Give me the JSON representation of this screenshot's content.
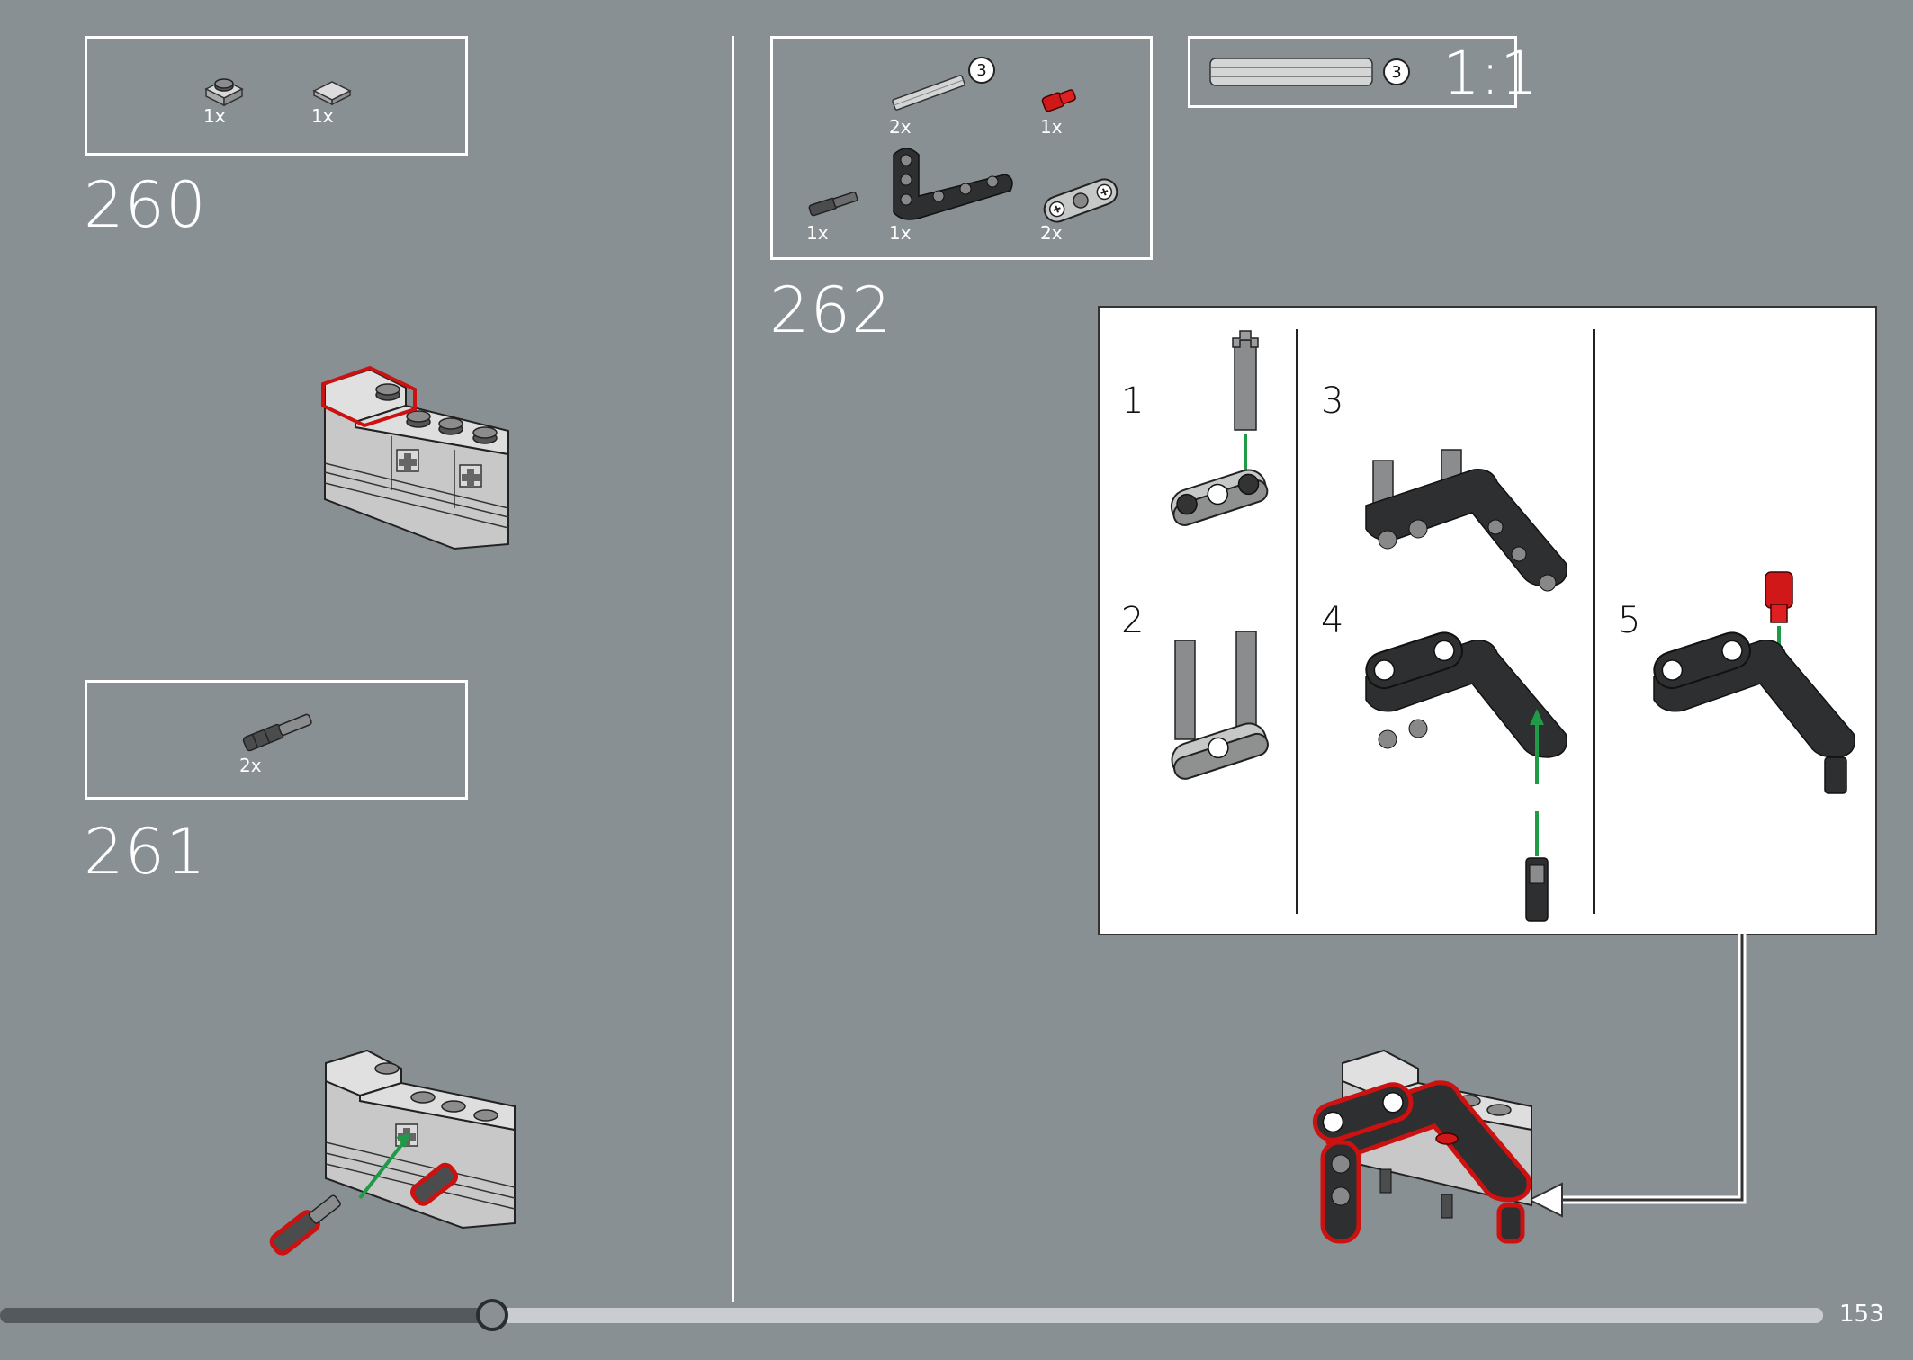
{
  "steps": [
    {
      "number": "260",
      "parts": [
        {
          "qty": "1x",
          "icon": "round-plate-1x1-light-gray-icon"
        },
        {
          "qty": "1x",
          "icon": "tile-1x1-light-gray-icon"
        }
      ]
    },
    {
      "number": "261",
      "parts": [
        {
          "qty": "2x",
          "icon": "axle-pin-with-friction-dark-gray-icon"
        }
      ]
    },
    {
      "number": "262",
      "parts": [
        {
          "qty": "2x",
          "icon": "axle-3-light-gray-icon",
          "badge": "3"
        },
        {
          "qty": "1x",
          "icon": "pin-red-icon"
        },
        {
          "qty": "1x",
          "icon": "pin-with-axle-dark-gray-icon"
        },
        {
          "qty": "1x",
          "icon": "angled-liftarm-black-icon"
        },
        {
          "qty": "2x",
          "icon": "liftarm-1x3-thick-icon"
        }
      ]
    }
  ],
  "scale_callout": {
    "badge": "3",
    "ratio": "1:1",
    "icon": "axle-3-scale-icon"
  },
  "sub_steps": [
    "1",
    "2",
    "3",
    "4",
    "5"
  ],
  "progress": {
    "fraction": 0.27
  },
  "page_number": "153",
  "colors": {
    "background": "#889094",
    "highlight": "#cc1111",
    "arrow_green": "#1f9a47",
    "part_dark": "#2d2f31",
    "part_light": "#c6c8c8"
  }
}
